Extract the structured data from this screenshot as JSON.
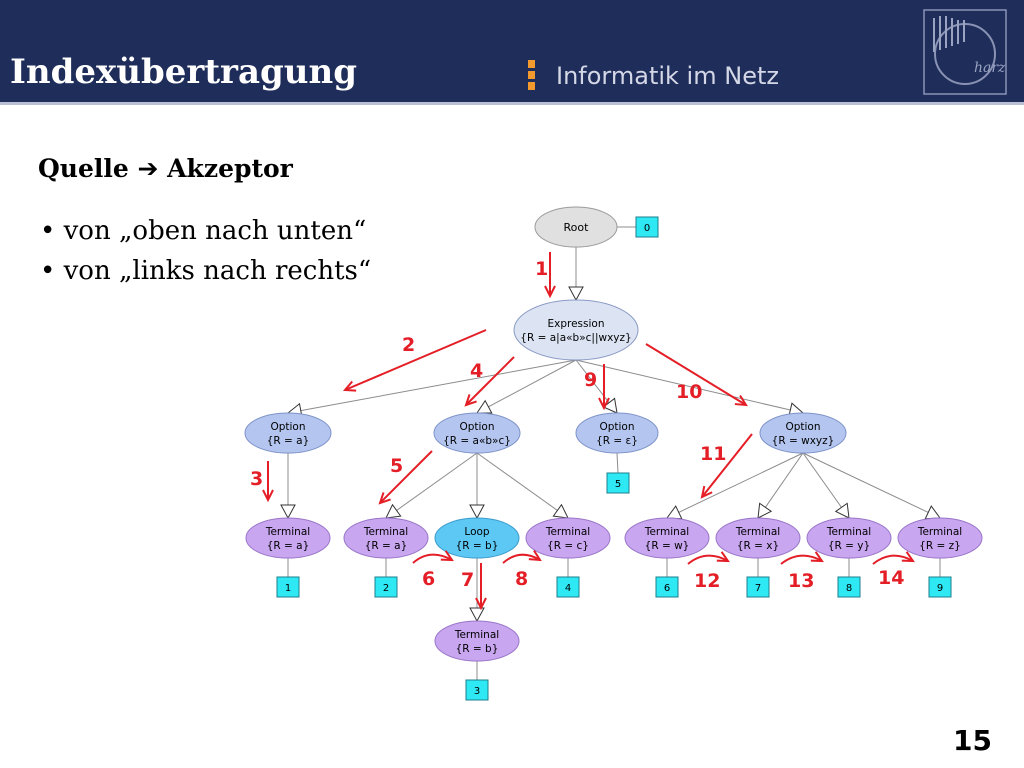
{
  "header": {
    "title": "Indexübertragung",
    "brand": "Informatik im Netz",
    "logo_text": "harz"
  },
  "subtitle": {
    "left": "Quelle",
    "arrow": "➔",
    "right": "Akzeptor"
  },
  "bullets": [
    "• von „oben nach unten“",
    "• von „links nach rechts“"
  ],
  "diagram": {
    "nodes": [
      {
        "id": "root",
        "l1": "Root",
        "l2": "",
        "type": "root"
      },
      {
        "id": "expr",
        "l1": "Expression",
        "l2": "{R = a|a«b»c||wxyz}",
        "type": "expression"
      },
      {
        "id": "opt1",
        "l1": "Option",
        "l2": "{R = a}",
        "type": "option"
      },
      {
        "id": "opt2",
        "l1": "Option",
        "l2": "{R = a«b»c}",
        "type": "option"
      },
      {
        "id": "opt3",
        "l1": "Option",
        "l2": "{R = ε}",
        "type": "option"
      },
      {
        "id": "opt4",
        "l1": "Option",
        "l2": "{R = wxyz}",
        "type": "option"
      },
      {
        "id": "t1",
        "l1": "Terminal",
        "l2": "{R = a}",
        "type": "terminal"
      },
      {
        "id": "t2",
        "l1": "Terminal",
        "l2": "{R = a}",
        "type": "terminal"
      },
      {
        "id": "loop",
        "l1": "Loop",
        "l2": "{R = b}",
        "type": "loop"
      },
      {
        "id": "t4",
        "l1": "Terminal",
        "l2": "{R = c}",
        "type": "terminal"
      },
      {
        "id": "tw",
        "l1": "Terminal",
        "l2": "{R = w}",
        "type": "terminal"
      },
      {
        "id": "tx",
        "l1": "Terminal",
        "l2": "{R = x}",
        "type": "terminal"
      },
      {
        "id": "ty",
        "l1": "Terminal",
        "l2": "{R = y}",
        "type": "terminal"
      },
      {
        "id": "tz",
        "l1": "Terminal",
        "l2": "{R = z}",
        "type": "terminal"
      },
      {
        "id": "tb",
        "l1": "Terminal",
        "l2": "{R = b}",
        "type": "terminal"
      }
    ],
    "indices": [
      {
        "id": "i0",
        "label": "0"
      },
      {
        "id": "i1",
        "label": "1"
      },
      {
        "id": "i2",
        "label": "2"
      },
      {
        "id": "i3",
        "label": "3"
      },
      {
        "id": "i4",
        "label": "4"
      },
      {
        "id": "i5",
        "label": "5"
      },
      {
        "id": "i6",
        "label": "6"
      },
      {
        "id": "i7",
        "label": "7"
      },
      {
        "id": "i8",
        "label": "8"
      },
      {
        "id": "i9",
        "label": "9"
      }
    ],
    "edges": [
      [
        "root",
        "expr"
      ],
      [
        "expr",
        "opt1"
      ],
      [
        "expr",
        "opt2"
      ],
      [
        "expr",
        "opt3"
      ],
      [
        "expr",
        "opt4"
      ],
      [
        "opt1",
        "t1"
      ],
      [
        "opt2",
        "t2"
      ],
      [
        "opt2",
        "loop"
      ],
      [
        "opt2",
        "t4"
      ],
      [
        "loop",
        "tb"
      ],
      [
        "opt4",
        "tw"
      ],
      [
        "opt4",
        "tx"
      ],
      [
        "opt4",
        "ty"
      ],
      [
        "opt4",
        "tz"
      ]
    ],
    "steps": [
      "1",
      "2",
      "3",
      "4",
      "5",
      "6",
      "7",
      "8",
      "9",
      "10",
      "11",
      "12",
      "13",
      "14"
    ]
  },
  "colors": {
    "header_bg": "#1f2d5a",
    "accent_orange": "#f29a2e",
    "root_fill": "#e0e0e0",
    "expression_fill": "#dce4f4",
    "option_fill": "#b4c6f0",
    "terminal_fill": "#c8a6f0",
    "loop_fill": "#5ec8f5",
    "index_fill": "#2ee8f4",
    "step_arrow": "#e41e26"
  },
  "page_number": "15"
}
